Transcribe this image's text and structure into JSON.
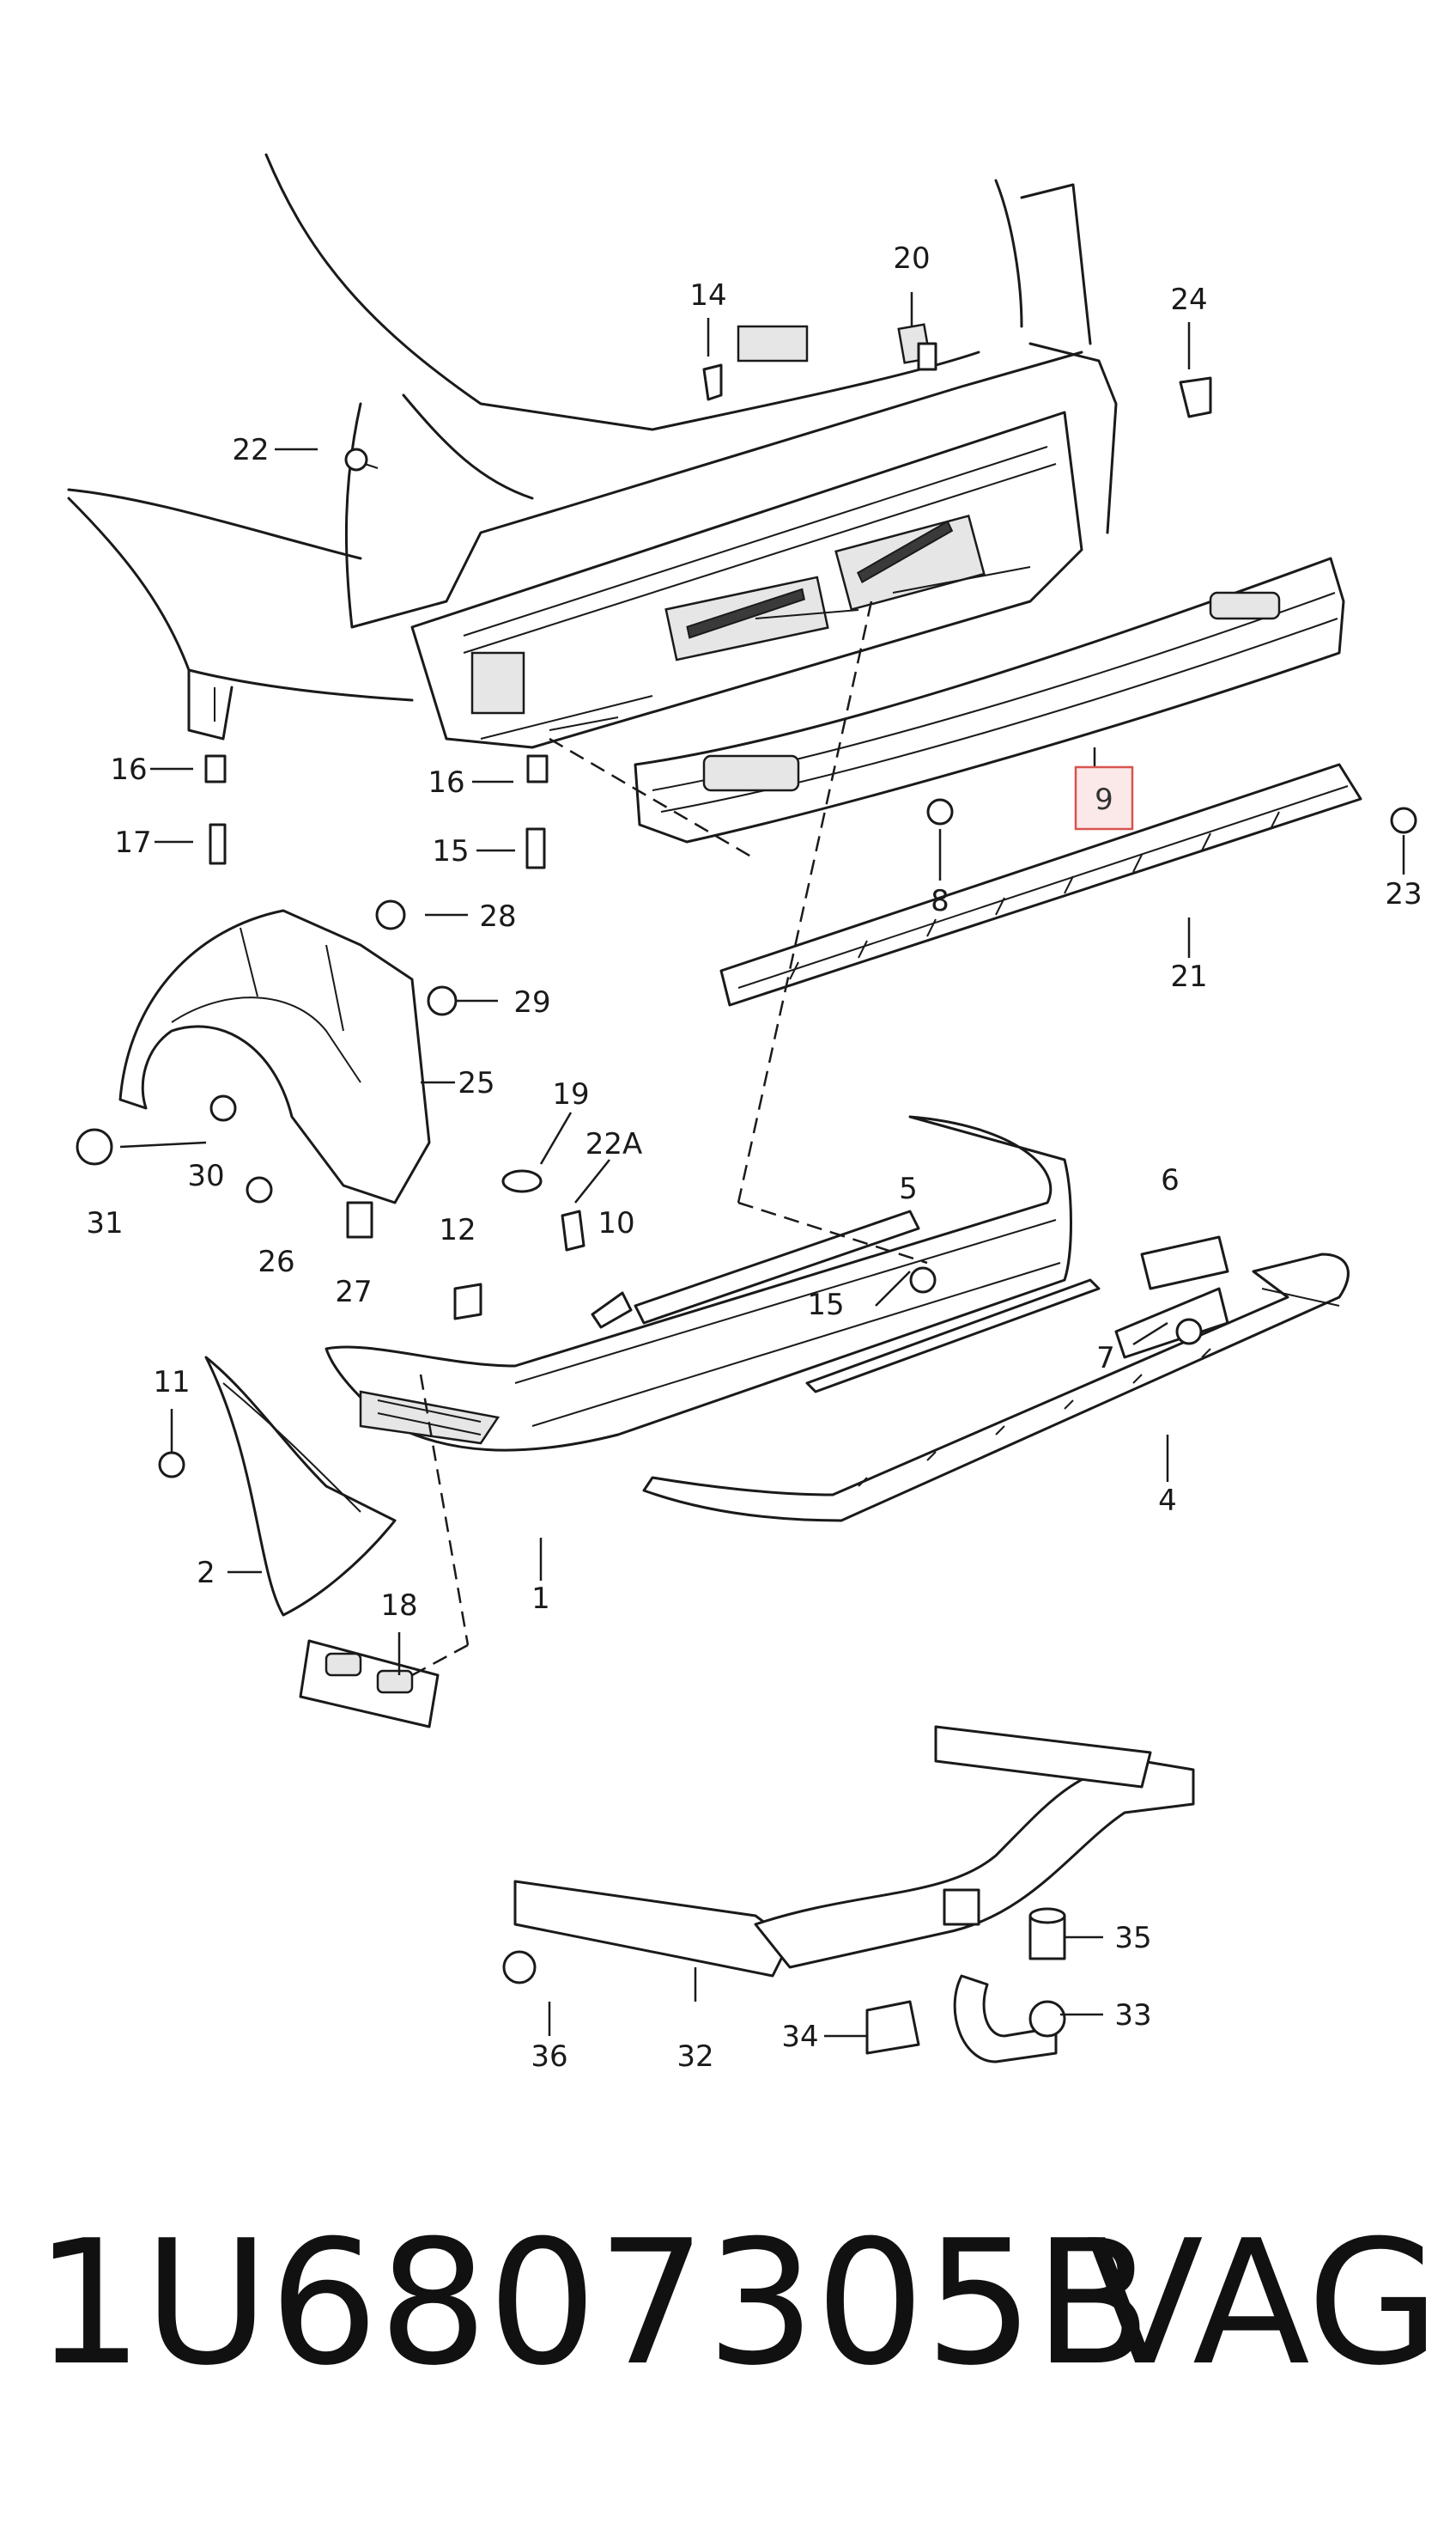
{
  "highlighted_part": "9",
  "callouts": [
    {
      "id": "c20",
      "label": "20"
    },
    {
      "id": "c14",
      "label": "14"
    },
    {
      "id": "c24",
      "label": "24"
    },
    {
      "id": "c22",
      "label": "22"
    },
    {
      "id": "c16a",
      "label": "16"
    },
    {
      "id": "c17",
      "label": "17"
    },
    {
      "id": "c16b",
      "label": "16"
    },
    {
      "id": "c15a",
      "label": "15"
    },
    {
      "id": "c8",
      "label": "8"
    },
    {
      "id": "c23",
      "label": "23"
    },
    {
      "id": "c21",
      "label": "21"
    },
    {
      "id": "c28",
      "label": "28"
    },
    {
      "id": "c29",
      "label": "29"
    },
    {
      "id": "c25",
      "label": "25"
    },
    {
      "id": "c19",
      "label": "19"
    },
    {
      "id": "c22A",
      "label": "22A"
    },
    {
      "id": "c30",
      "label": "30"
    },
    {
      "id": "c31",
      "label": "31"
    },
    {
      "id": "c26",
      "label": "26"
    },
    {
      "id": "c27",
      "label": "27"
    },
    {
      "id": "c12",
      "label": "12"
    },
    {
      "id": "c10",
      "label": "10"
    },
    {
      "id": "c5",
      "label": "5"
    },
    {
      "id": "c6",
      "label": "6"
    },
    {
      "id": "c15b",
      "label": "15"
    },
    {
      "id": "c7",
      "label": "7"
    },
    {
      "id": "c11",
      "label": "11"
    },
    {
      "id": "c4",
      "label": "4"
    },
    {
      "id": "c2",
      "label": "2"
    },
    {
      "id": "c1",
      "label": "1"
    },
    {
      "id": "c18",
      "label": "18"
    },
    {
      "id": "c35",
      "label": "35"
    },
    {
      "id": "c33",
      "label": "33"
    },
    {
      "id": "c36",
      "label": "36"
    },
    {
      "id": "c32",
      "label": "32"
    },
    {
      "id": "c34",
      "label": "34"
    }
  ],
  "footer": {
    "part_number": "1U6807305B",
    "brand": "VAG"
  }
}
